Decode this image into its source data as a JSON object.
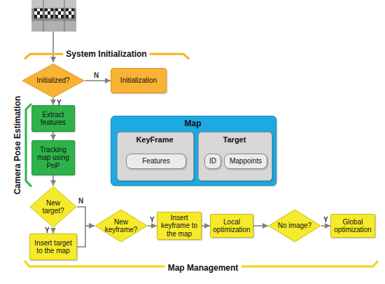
{
  "diagram": {
    "nodes": [
      {
        "text": [
          "Initialized?"
        ]
      },
      {
        "text": [
          "Initialization"
        ]
      },
      {
        "text": [
          "Extract features"
        ]
      },
      {
        "text": [
          "Tracking map using PnP"
        ]
      },
      {
        "text": [
          "Map"
        ]
      },
      {
        "text": [
          "KeyFrame"
        ],
        "in": 4
      },
      {
        "text": [
          "Features"
        ],
        "in": 5
      },
      {
        "text": [
          "Target"
        ],
        "in": 4
      },
      {
        "text": [
          "ID"
        ],
        "in": 7
      },
      {
        "text": [
          "Mappoints"
        ],
        "in": 7
      },
      {
        "text": [
          "New target?"
        ]
      },
      {
        "text": [
          "Insert target to the map"
        ]
      },
      {
        "text": [
          "New keyframe?"
        ]
      },
      {
        "text": [
          "Insert keyframe to the map"
        ]
      },
      {
        "text": [
          "Local optimization"
        ]
      },
      {
        "text": [
          "No image?"
        ]
      },
      {
        "text": [
          "Global optimization"
        ]
      }
    ],
    "edges": [
      {
        "from": 0,
        "to": 1,
        "arrow": "to",
        "label": "N"
      },
      {
        "from": 0,
        "to": 2,
        "arrow": "to",
        "label": "Y"
      },
      {
        "from": 2,
        "to": 3,
        "arrow": "to"
      },
      {
        "from": 3,
        "to": 10,
        "arrow": "to"
      },
      {
        "from": 10,
        "to": 12,
        "arrow": "to",
        "label": "N"
      },
      {
        "from": 10,
        "to": 11,
        "arrow": "to",
        "label": "Y"
      },
      {
        "from": 11,
        "to": 12,
        "arrow": "to"
      },
      {
        "from": 12,
        "to": 13,
        "arrow": "to",
        "label": "Y"
      },
      {
        "from": 13,
        "to": 14,
        "arrow": "to"
      },
      {
        "from": 14,
        "to": 15,
        "arrow": "to"
      },
      {
        "from": 15,
        "to": 16,
        "arrow": "to",
        "label": "Y"
      }
    ],
    "labels": [
      "System Initialization",
      "Camera Pose Estimation",
      "Map Management"
    ]
  }
}
